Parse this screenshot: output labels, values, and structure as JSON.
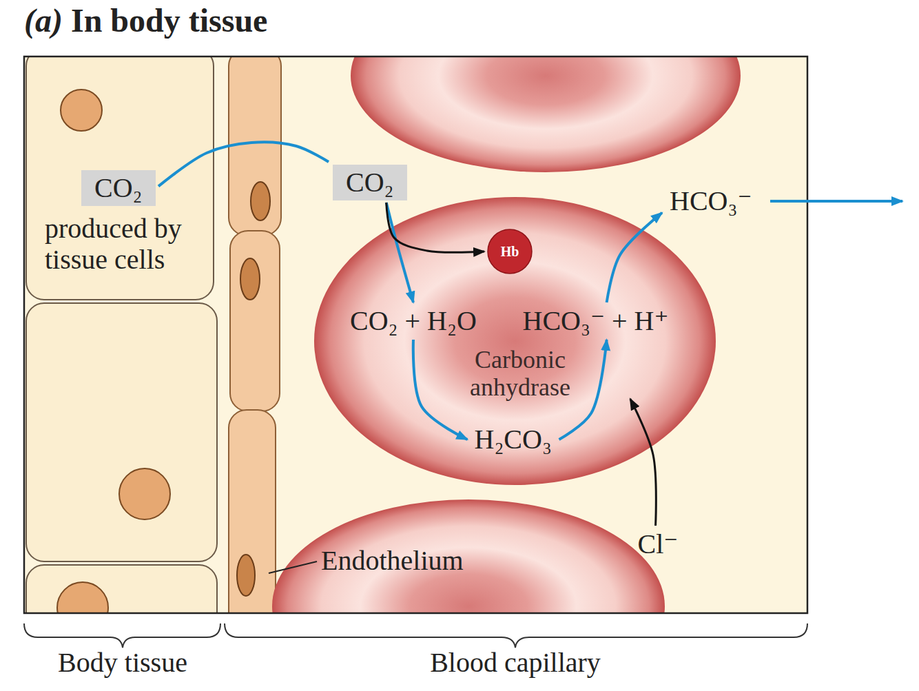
{
  "diagram": {
    "title": "(a) In body tissue",
    "nodes": [
      {
        "text": [
          "CO₂"
        ]
      },
      {
        "text": [
          "CO₂"
        ]
      },
      {
        "text": [
          "Carbonic anhydrase"
        ]
      },
      {
        "text": [
          "Hb"
        ],
        "in": 2
      },
      {
        "text": [
          "CO₂ + H₂O"
        ],
        "in": 2
      },
      {
        "text": [
          "HCO₃⁻ + H⁺"
        ],
        "in": 2
      },
      {
        "text": [
          "H₂CO₃"
        ],
        "in": 2
      },
      {
        "text": [
          "HCO₃⁻"
        ]
      },
      {
        "text": [
          "Cl⁻"
        ]
      }
    ],
    "edges": [
      {
        "from": 0,
        "to": 1,
        "arrow": "none"
      },
      {
        "from": 1,
        "to": 4,
        "arrow": "to"
      },
      {
        "from": 1,
        "to": 3,
        "arrow": "to"
      },
      {
        "from": 4,
        "to": 6,
        "arrow": "to"
      },
      {
        "from": 6,
        "to": 5,
        "arrow": "to"
      },
      {
        "from": 5,
        "to": 7,
        "arrow": "to"
      },
      {
        "from": 8,
        "to": 2,
        "arrow": "to"
      }
    ],
    "labels": [
      "produced by tissue cells",
      "Endothelium",
      "Body tissue",
      "Blood capillary"
    ]
  }
}
